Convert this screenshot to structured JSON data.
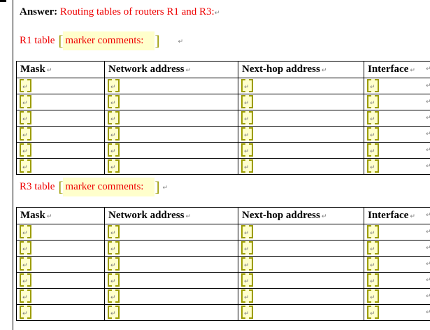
{
  "document": {
    "answer_label": "Answer:",
    "answer_text": " Routing tables of routers R1 and R3:",
    "captions": [
      {
        "title": "R1 table",
        "bracket_open": "[",
        "marker_text": "marker comments: ",
        "bracket_close": "]"
      },
      {
        "title": "R3 table",
        "bracket_open": "[",
        "marker_text": "marker comments: ",
        "bracket_close": "]"
      }
    ],
    "tables": [
      {
        "name": "r1-routing-table",
        "columns": [
          "Mask",
          "Network address",
          "Next-hop address",
          "Interface"
        ],
        "data_rows": 6,
        "cell_value": ""
      },
      {
        "name": "r3-routing-table",
        "columns": [
          "Mask",
          "Network address",
          "Next-hop address",
          "Interface"
        ],
        "data_rows": 6,
        "cell_value": ""
      }
    ],
    "marks": {
      "paragraph_mark": "↵"
    }
  },
  "colors": {
    "answer_red": "#EE0000",
    "highlight_yellow": "#FFFFCC",
    "bookmark_olive": "#9C9C00",
    "formatting_mark_gray": "#808080",
    "table_border_black": "#000000"
  }
}
